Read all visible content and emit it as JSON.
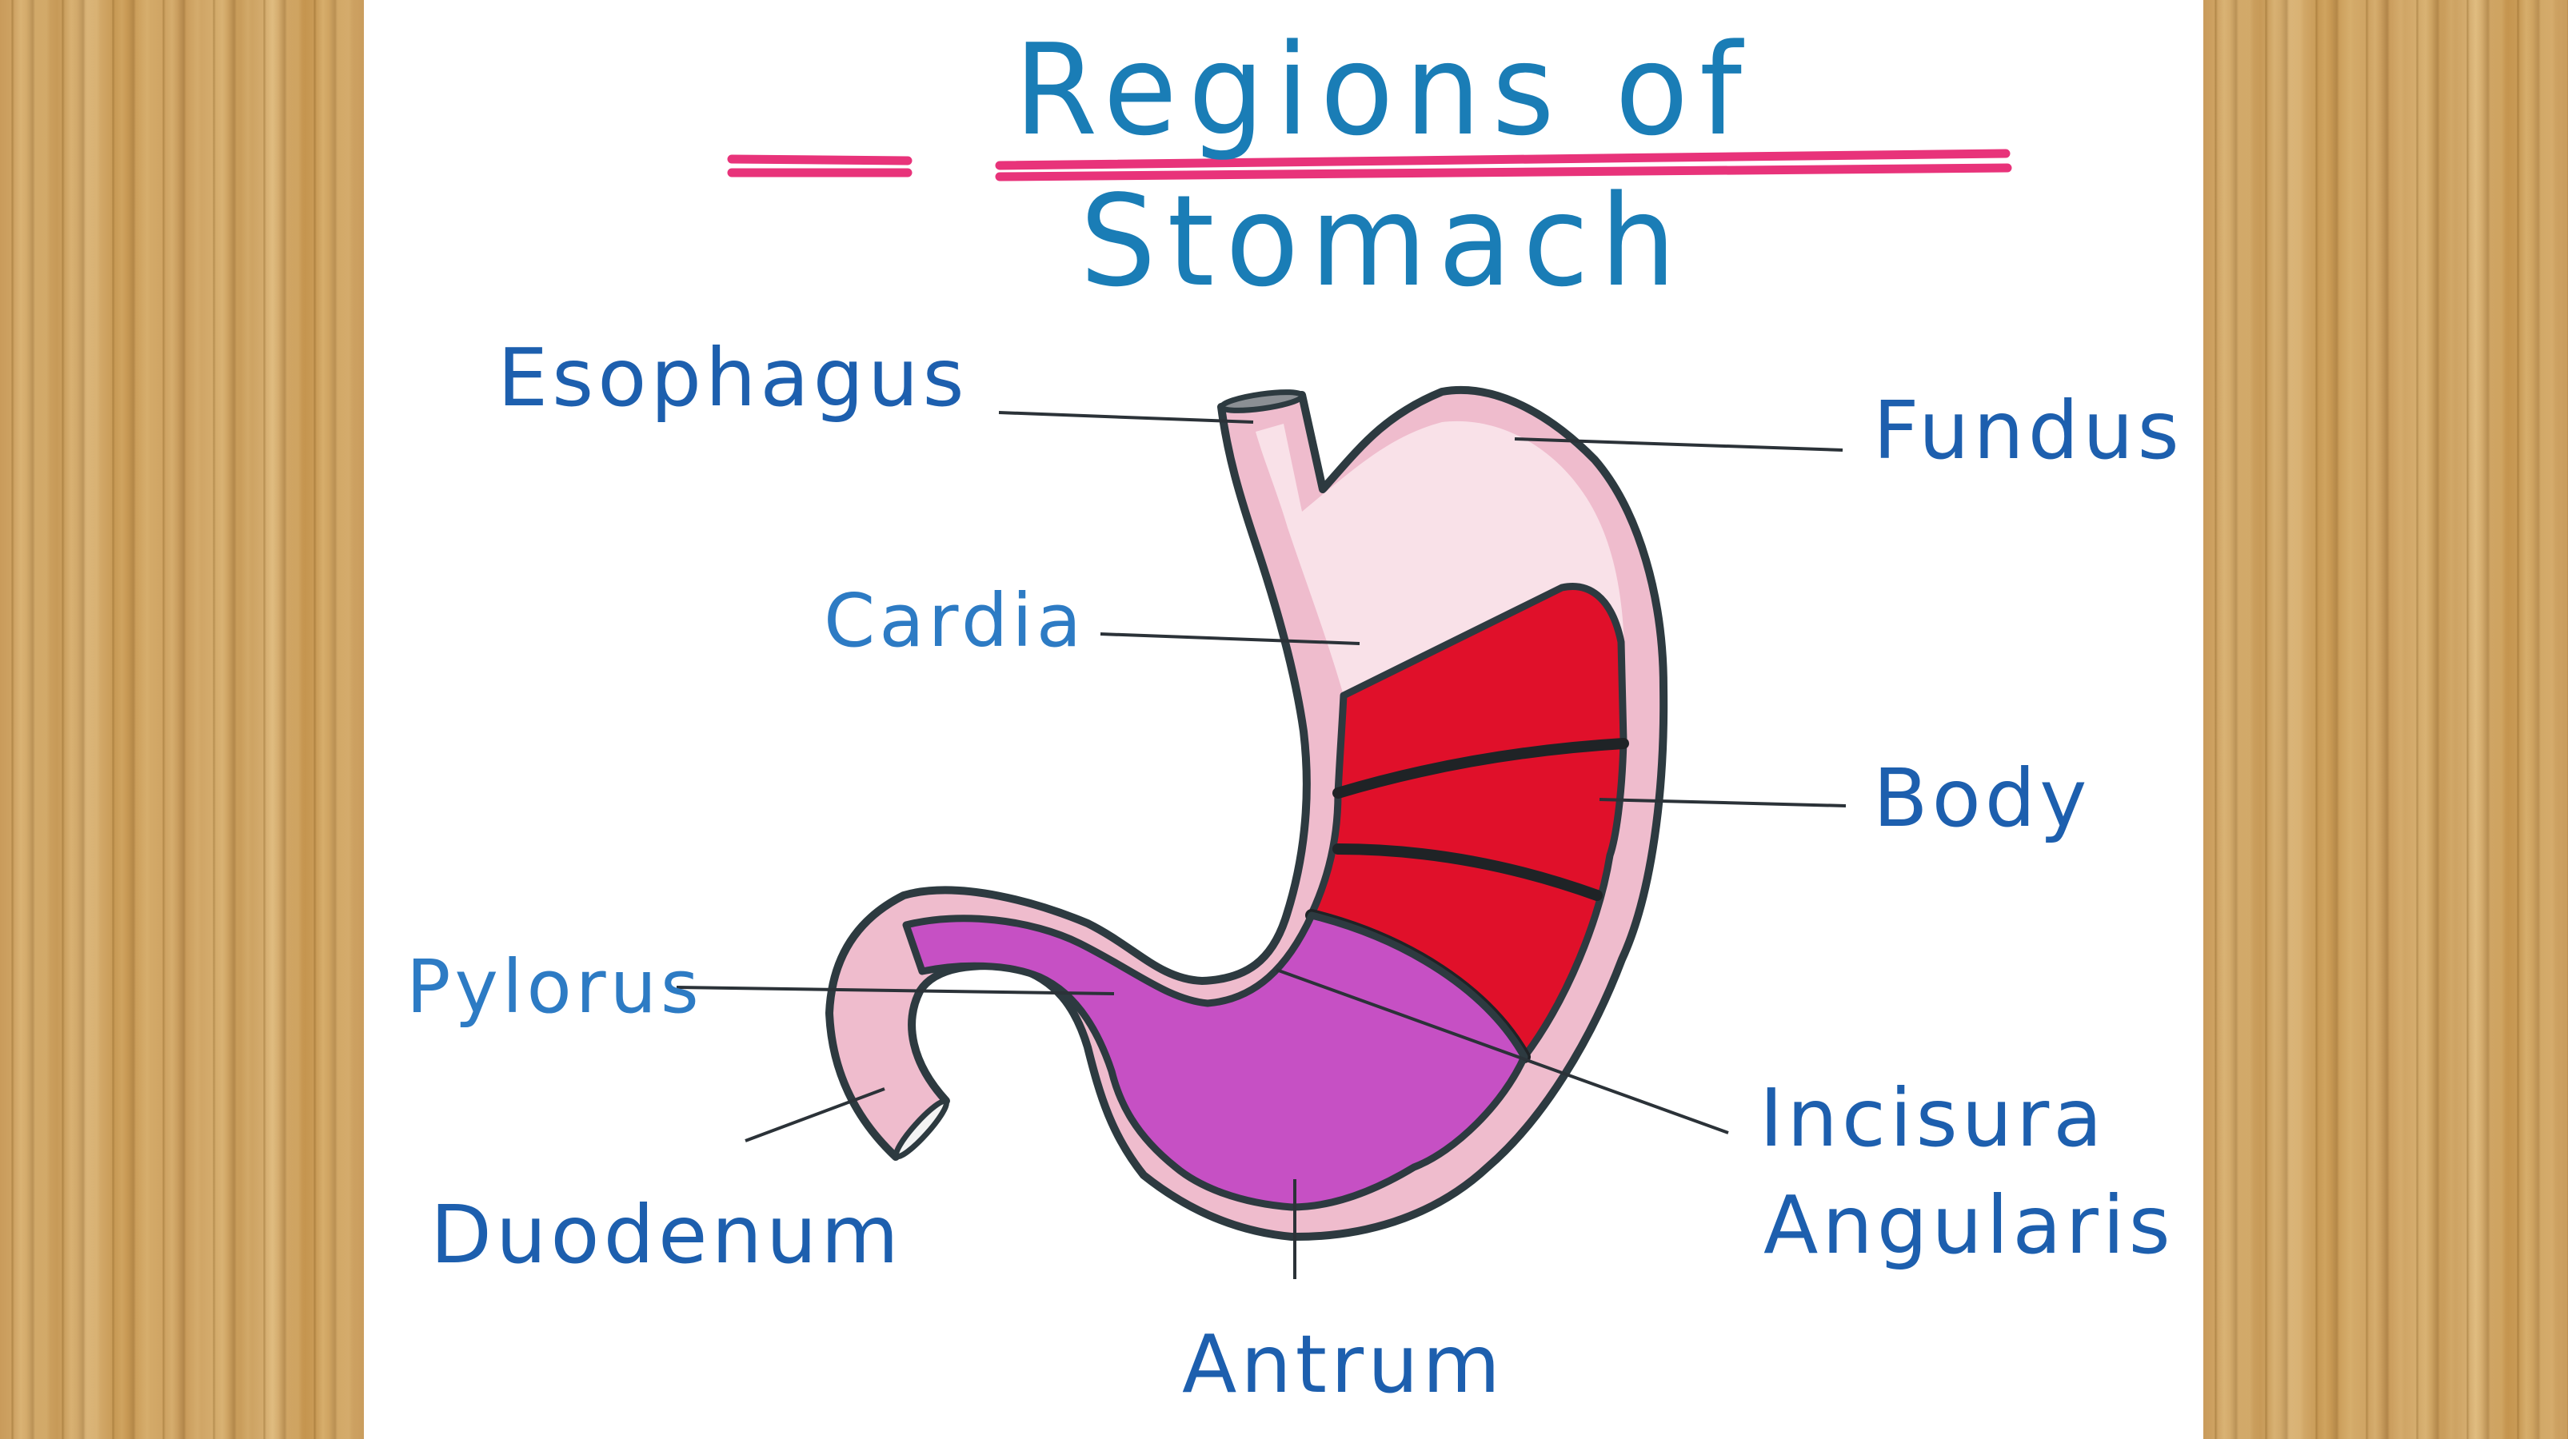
{
  "title": "Regions of Stomach",
  "colors": {
    "title": "#1a7db6",
    "underline": "#e8337a",
    "label": "#1d5fae",
    "outline": "#2d3a40",
    "fundus_fill": "#f7d6e0",
    "wall_fill": "#efbccd",
    "body_fill": "#e0102a",
    "antrum_fill": "#c650c4",
    "background_wood": "#cea264",
    "paper": "#ffffff"
  },
  "labels": {
    "esophagus": "Esophagus",
    "cardia": "Cardia",
    "fundus": "Fundus",
    "body": "Body",
    "pylorus": "Pylorus",
    "duodenum": "Duodenum",
    "incisura_line1": "Incisura",
    "incisura_line2": "Angularis",
    "antrum": "Antrum"
  }
}
